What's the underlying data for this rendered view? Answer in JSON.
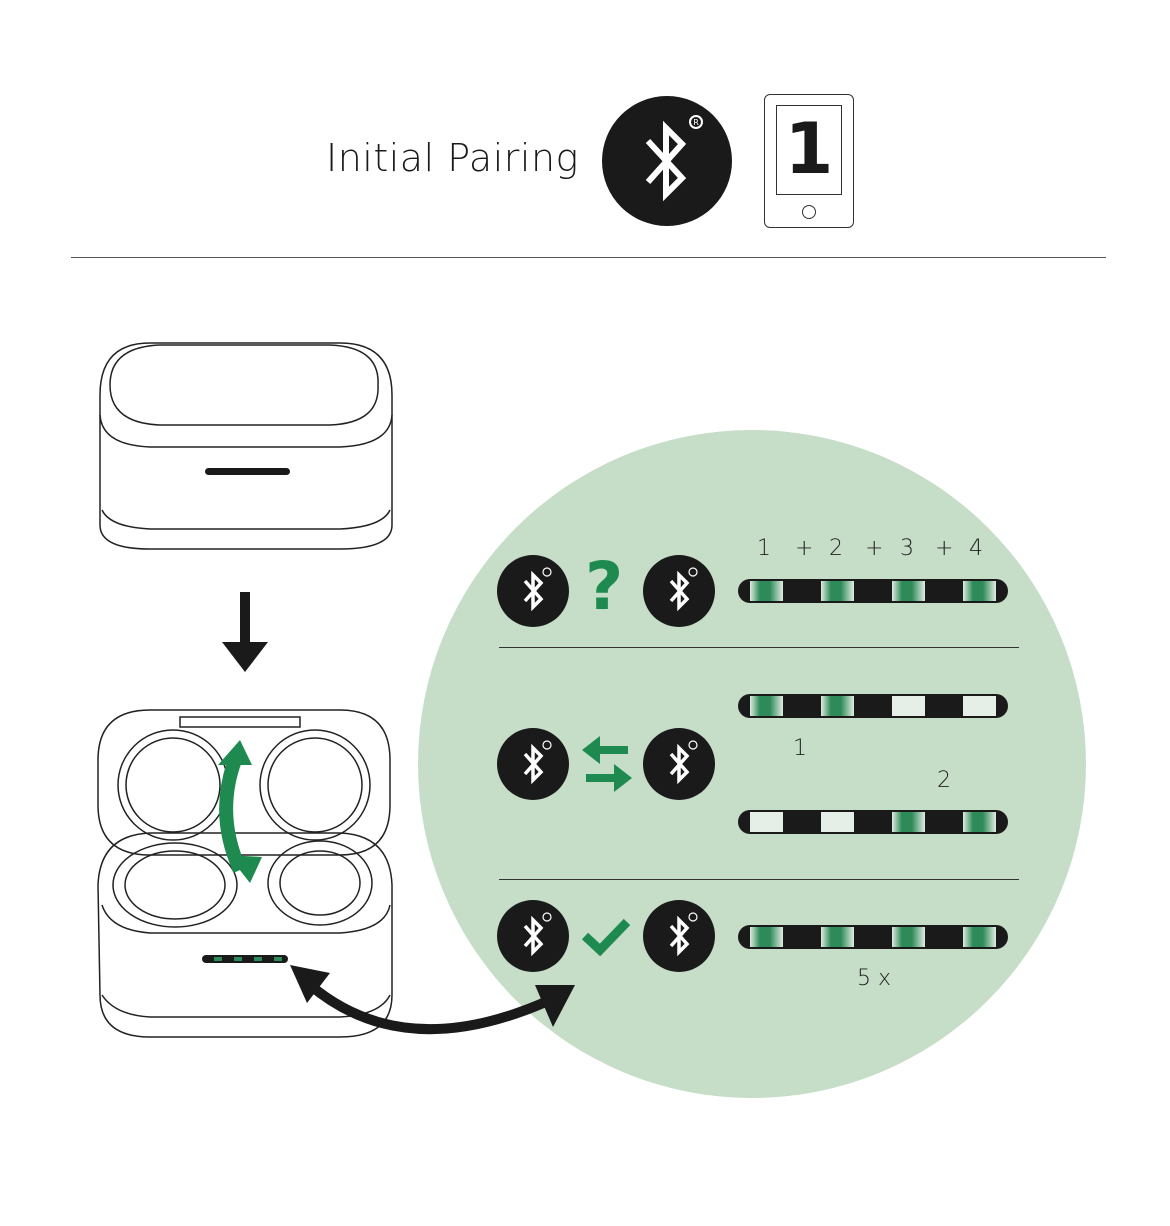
{
  "header": {
    "title": "Initial Pairing",
    "bluetooth_mark": "R",
    "phone_number": "1"
  },
  "colors": {
    "accent": "#1e8a50",
    "panel": "#c6ddc8",
    "dark": "#1a1a1a"
  },
  "steps": [
    {
      "name": "searching",
      "status_icon": "question-icon",
      "status_text": "?",
      "sequence_labels": [
        "1",
        "+",
        "2",
        "+",
        "3",
        "+",
        "4"
      ],
      "bars": [
        [
          "g",
          "k",
          "g",
          "k",
          "g",
          "k",
          "g"
        ]
      ]
    },
    {
      "name": "connecting",
      "status_icon": "swap-arrows-icon",
      "bar_labels": [
        "1",
        "2"
      ],
      "bars": [
        [
          "g",
          "k",
          "g",
          "k",
          "w",
          "k",
          "w"
        ],
        [
          "w",
          "k",
          "w",
          "k",
          "g",
          "k",
          "g"
        ]
      ]
    },
    {
      "name": "paired",
      "status_icon": "checkmark-icon",
      "repeat_label": "5 x",
      "bars": [
        [
          "g",
          "k",
          "g",
          "k",
          "g",
          "k",
          "g"
        ]
      ]
    }
  ]
}
